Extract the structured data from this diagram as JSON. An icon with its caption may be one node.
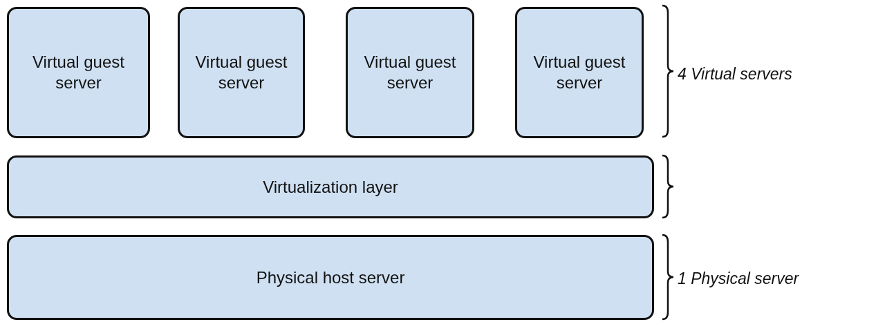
{
  "diagram": {
    "nodes": [
      {
        "text": [
          "Virtual guest server"
        ]
      },
      {
        "text": [
          "Virtual guest server"
        ]
      },
      {
        "text": [
          "Virtual guest server"
        ]
      },
      {
        "text": [
          "Virtual guest server"
        ]
      },
      {
        "text": [
          "Virtualization layer"
        ]
      },
      {
        "text": [
          "Physical host server"
        ]
      }
    ],
    "labels": [
      "4 Virtual servers",
      "1 Physical server"
    ]
  }
}
